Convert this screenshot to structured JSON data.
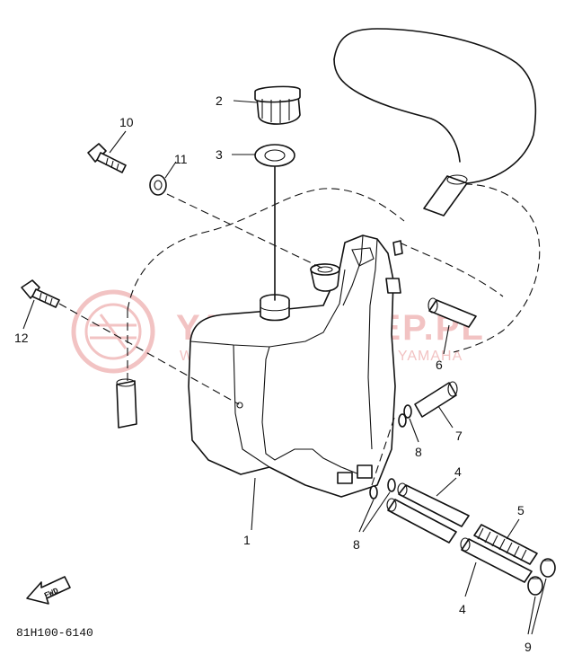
{
  "watermark": {
    "brand": "YAMA-SKLEP.PL",
    "dealer": "WOJCIECHOWICZ | DEALER YAMAHA"
  },
  "diagram_code": "81H100-6140",
  "fwd_label": "FWD",
  "callouts": {
    "c1": "1",
    "c2": "2",
    "c3": "3",
    "c4a": "4",
    "c4b": "4",
    "c5": "5",
    "c6": "6",
    "c7": "7",
    "c8a": "8",
    "c8b": "8",
    "c9": "9",
    "c10": "10",
    "c11": "11",
    "c12": "12"
  }
}
